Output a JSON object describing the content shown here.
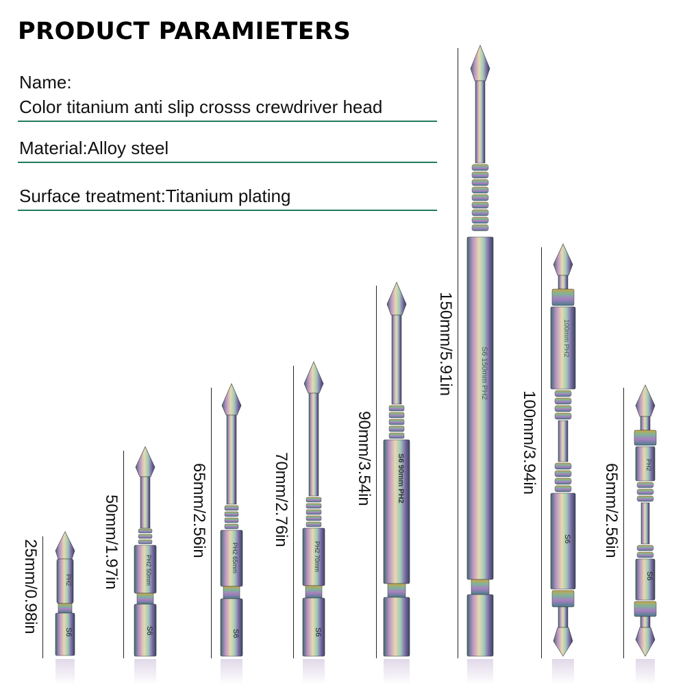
{
  "header": {
    "title": "PRODUCT PARAMIETERS"
  },
  "params": {
    "name_label": "Name:",
    "name_value": "Color titanium anti slip crosss crewdriver head",
    "material": "Material:Alloy steel",
    "surface": "Surface treatment:Titanium plating"
  },
  "bits": [
    {
      "dim": "25mm/0.98in",
      "engraving": "PH2",
      "marking": "S6"
    },
    {
      "dim": "50mm/1.97in",
      "engraving": "PH2 50mm",
      "marking": "S6"
    },
    {
      "dim": "65mm/2.56in",
      "engraving": "PH2 65mm",
      "marking": "S6"
    },
    {
      "dim": "70mm/2.76in",
      "engraving": "PH2 70mm",
      "marking": "S6"
    },
    {
      "dim": "90mm/3.54in",
      "engraving": "S6 90mm PH2",
      "marking": ""
    },
    {
      "dim": "150mm/5.91in",
      "engraving": "S6 150mm PH2",
      "marking": ""
    },
    {
      "dim": "100mm/3.94in",
      "engraving": "100mm PH2",
      "marking": "S6"
    },
    {
      "dim": "65mm/2.56in",
      "engraving": "PH2",
      "marking": "S6"
    }
  ],
  "colors": {
    "rule": "#1f7a5a",
    "text": "#111111"
  }
}
